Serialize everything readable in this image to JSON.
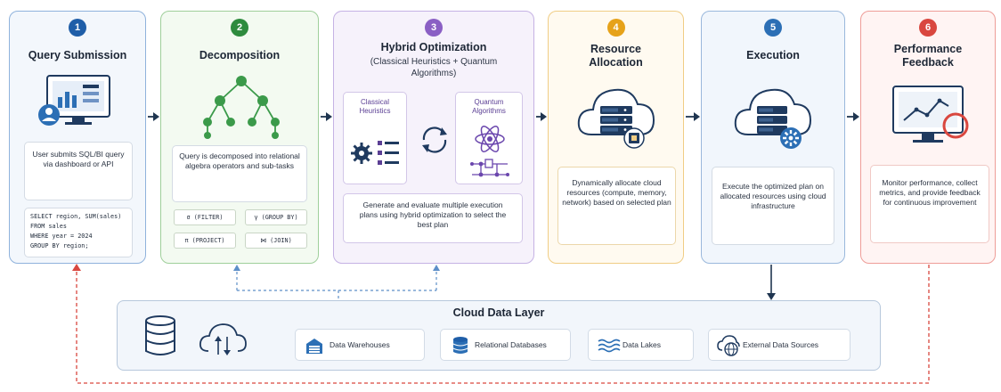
{
  "stages": [
    {
      "number": "1",
      "title": "Query Submission",
      "color": "#1f5ea8",
      "description": "User submits SQL/BI query via dashboard or API",
      "code": "SELECT region, SUM(sales)\nFROM sales\nWHERE year = 2024\nGROUP BY region;"
    },
    {
      "number": "2",
      "title": "Decomposition",
      "color": "#2e8b3e",
      "description": "Query is decomposed into relational algebra operators and sub-tasks",
      "operators": [
        "σ (FILTER)",
        "γ (GROUP BY)",
        "π (PROJECT)",
        "⋈ (JOIN)"
      ]
    },
    {
      "number": "3",
      "title": "Hybrid Optimization",
      "subtitle": "(Classical Heuristics + Quantum Algorithms)",
      "color": "#8a5fc4",
      "classical_label": "Classical Heuristics",
      "quantum_label": "Quantum Algorithms",
      "description": "Generate and evaluate multiple execution plans using hybrid optimization to select the best plan"
    },
    {
      "number": "4",
      "title": "Resource Allocation",
      "color": "#e6a21a",
      "description": "Dynamically allocate cloud resources (compute, memory, network) based on selected plan"
    },
    {
      "number": "5",
      "title": "Execution",
      "color": "#2c6fb5",
      "description": "Execute the optimized plan on allocated resources using cloud infrastructure"
    },
    {
      "number": "6",
      "title": "Performance Feedback",
      "color": "#d9473f",
      "description": "Monitor performance, collect metrics, and provide feedback for continuous improvement"
    }
  ],
  "cloud_layer": {
    "title": "Cloud Data Layer",
    "sources": [
      "Data Warehouses",
      "Relational Databases",
      "Data Lakes",
      "External Data Sources"
    ]
  },
  "colors": {
    "arrow": "#1f3550",
    "dashed_blue": "#5d8fc8",
    "dashed_red": "#d9473f"
  }
}
